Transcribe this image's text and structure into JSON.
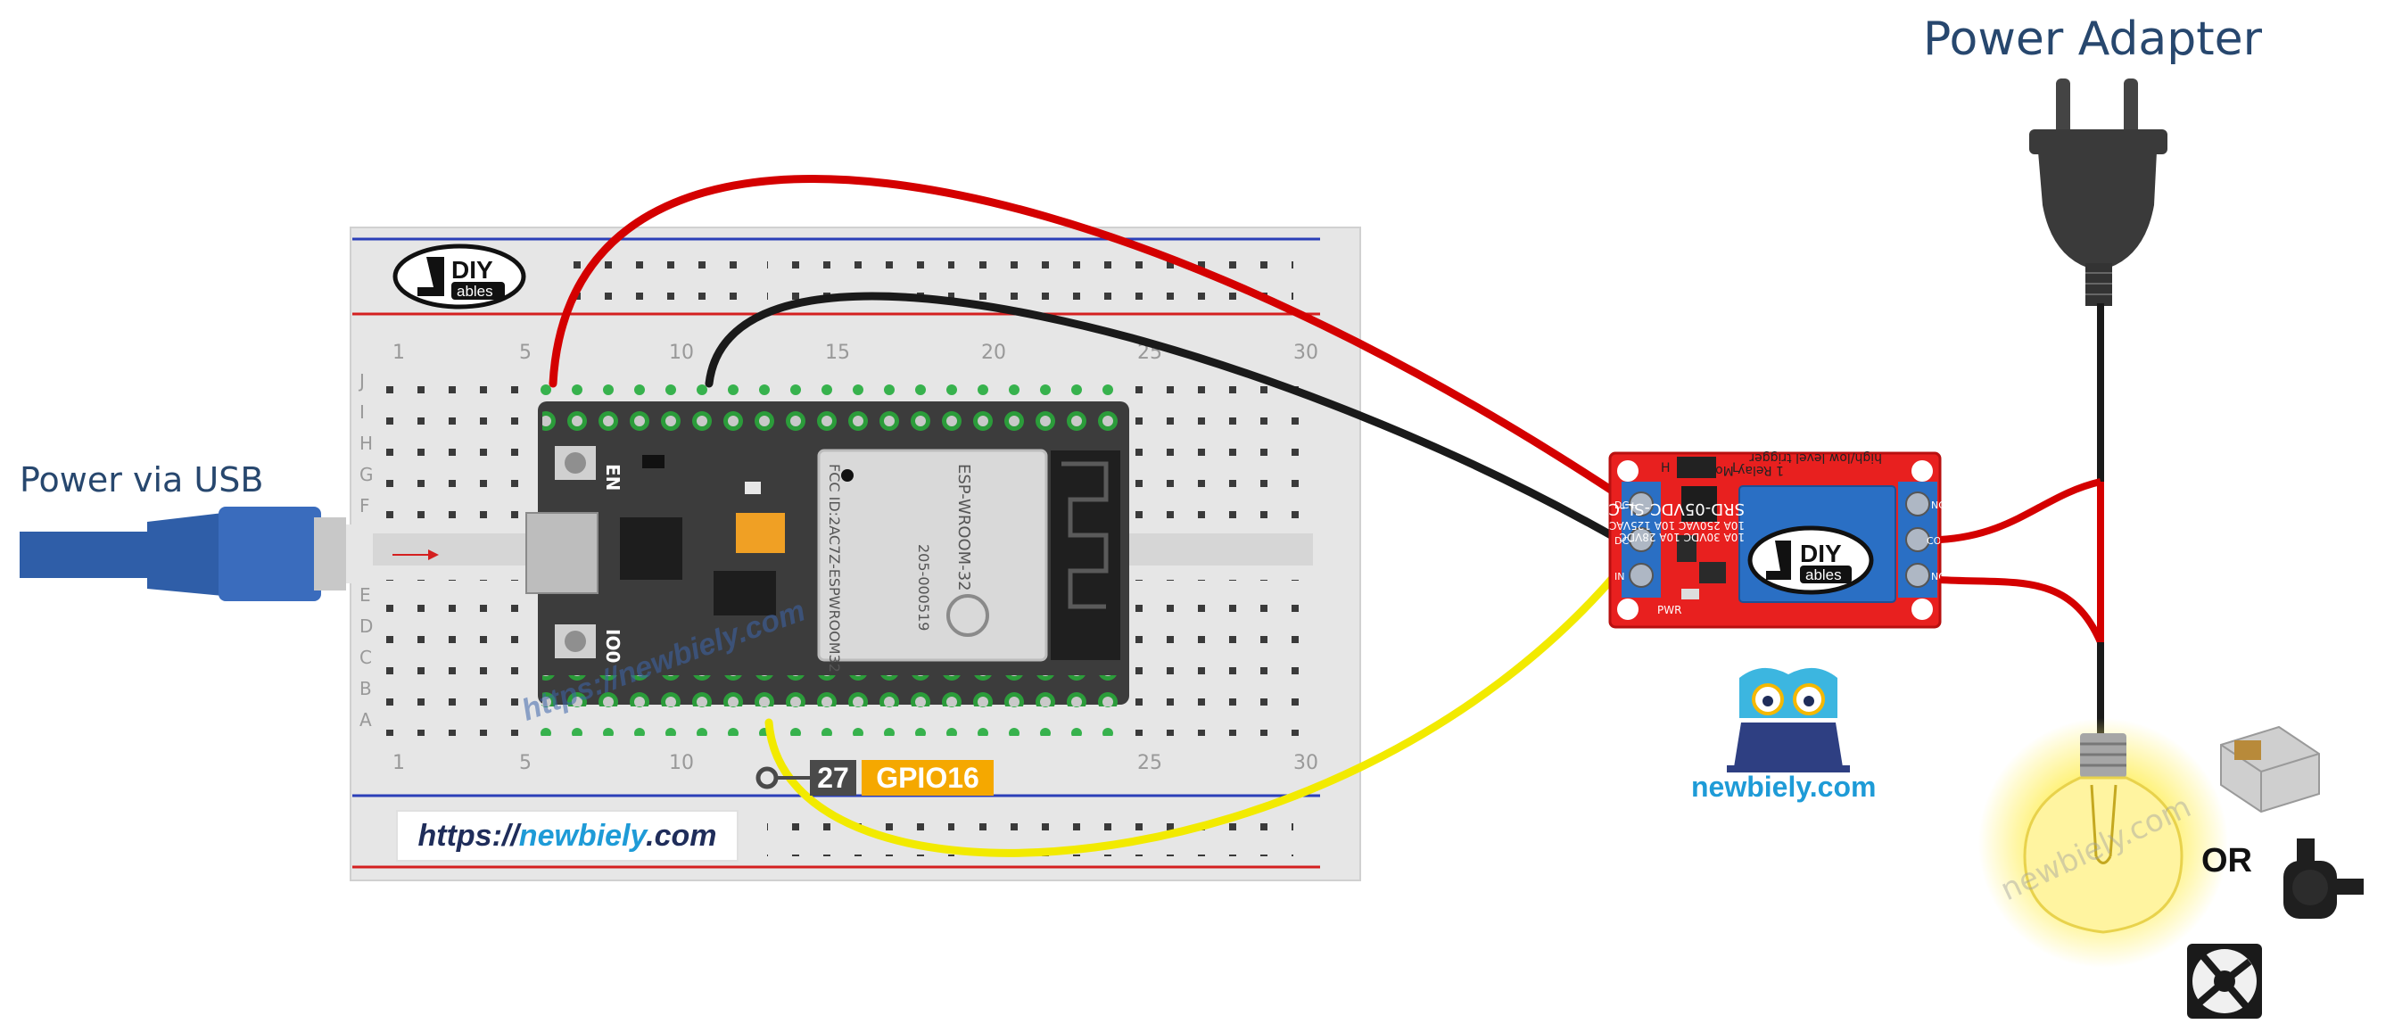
{
  "labels": {
    "power_adapter": "Power Adapter",
    "power_usb": "Power via USB",
    "or": "OR",
    "newbiely_brand": "newbiely.com",
    "url_prefix": "https://",
    "url_brand": "newbiely",
    "url_suffix": ".com",
    "watermark": "https://newbiely.com"
  },
  "pin": {
    "number": "27",
    "name": "GPIO16"
  },
  "esp32_module": {
    "en_label": "EN",
    "io0_label": "IO0",
    "chip_text": "ESP-WROOM-32",
    "fcc_text": "FCC ID:2AC7Z-ESPWROOM32",
    "cert_text": "205-000519"
  },
  "relay_module": {
    "title": "1 Relay Module",
    "subtitle": "high/low level trigger",
    "relay_part": "SRD-05VDC-SL-C",
    "rating1": "10A 250VAC 10A 125VAC",
    "rating2": "10A 30VDC 10A 28VDC",
    "pin_dc_plus": "DC+",
    "pin_dc_minus": "DC-",
    "pin_in": "IN",
    "pin_no": "NO",
    "pin_com": "COM",
    "pin_nc": "NC",
    "pwr_label": "PWR",
    "jumper_h": "H",
    "jumper_l": "L"
  },
  "logo": {
    "diy": "DIY",
    "ables": "ables"
  },
  "breadboard": {
    "col_labels": [
      "1",
      "5",
      "10",
      "15",
      "20",
      "25",
      "30"
    ],
    "row_labels": [
      "J",
      "I",
      "H",
      "G",
      "F",
      "E",
      "D",
      "C",
      "B",
      "A"
    ]
  },
  "colors": {
    "wire_red": "#d40000",
    "wire_black": "#1a1a1a",
    "wire_yellow": "#f2ea00",
    "relay_board": "#e8201f",
    "relay_blue": "#2a6fc4",
    "esp_board": "#3c3c3c",
    "breadboard": "#e6e6e6",
    "usb_cable": "#2f5ea8",
    "title_text": "#27476e",
    "brand_blue": "#1e9bd7",
    "gpio_orange": "#f5a800"
  },
  "icons": [
    "power-plug-icon",
    "usb-cable-icon",
    "light-bulb-icon",
    "solenoid-lock-icon",
    "water-pump-icon",
    "fan-icon",
    "owl-laptop-icon",
    "diy-ables-logo"
  ]
}
